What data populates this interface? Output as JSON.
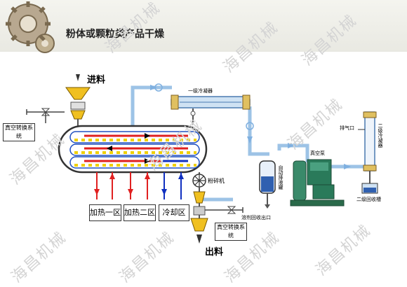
{
  "title": "粉体或颗粒类产品干燥",
  "watermark": "海昌机械",
  "labels": {
    "feed_in": "进料",
    "discharge": "出料",
    "vacuum_system_top": "真空转换系统",
    "vacuum_system_bottom": "真空转换系统",
    "crusher": "粉碎机",
    "primary_condenser": "一级冷凝器",
    "solvent_outlet": "溶剂回收出口",
    "auto_drain": "自动排液罐",
    "vacuum_pump": "真空泵",
    "exhaust": "排气口",
    "secondary_condenser": "二级冷凝器",
    "secondary_tank": "二级回收槽"
  },
  "zones": [
    "加热一区",
    "加热二区",
    "冷却区"
  ],
  "colors": {
    "pipe": "#9dc3e6",
    "heat": "#e02020",
    "cool": "#1030c0",
    "belt_yellow": "#f0d000",
    "hopper": "#f0c020"
  }
}
